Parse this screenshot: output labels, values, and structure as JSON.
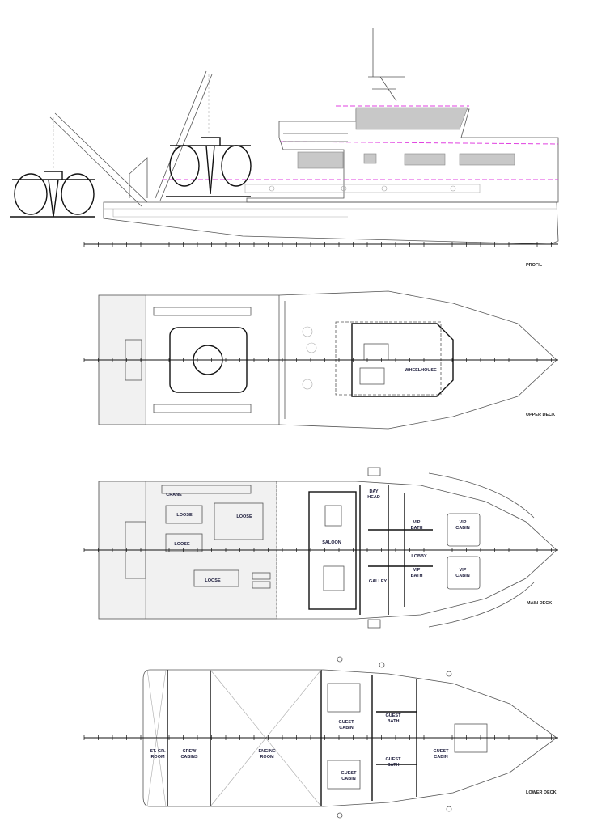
{
  "views": {
    "profile": {
      "title": "PROFIL"
    },
    "upper_deck": {
      "title": "UPPER DECK",
      "rooms": {
        "wheelhouse": "WHEELHOUSE"
      }
    },
    "main_deck": {
      "title": "MAIN DECK",
      "rooms": {
        "crane": "CRANE",
        "loose_1": "LOOSE",
        "loose_2": "LOOSE",
        "loose_3": "LOOSE",
        "loose_4": "LOOSE",
        "saloon": "SALOON",
        "day_head": [
          "DAY",
          "HEAD"
        ],
        "vip_bath_port": [
          "VIP",
          "BATH"
        ],
        "vip_bath_stbd": [
          "VIP",
          "BATH"
        ],
        "vip_cabin_port": [
          "VIP",
          "CABIN"
        ],
        "vip_cabin_stbd": [
          "VIP",
          "CABIN"
        ],
        "lobby": "LOBBY",
        "galley": "GALLEY"
      }
    },
    "lower_deck": {
      "title": "LOWER DECK",
      "rooms": {
        "st_gr_room": [
          "ST. GR.",
          "ROOM"
        ],
        "crew_cabins": [
          "CREW",
          "CABINS"
        ],
        "engine_room": [
          "ENGINE",
          "ROOM"
        ],
        "guest_cabin_1": [
          "GUEST",
          "CABIN"
        ],
        "guest_cabin_2": [
          "GUEST",
          "CABIN"
        ],
        "guest_cabin_3": [
          "GUEST",
          "CABIN"
        ],
        "guest_bath_1": [
          "GUEST",
          "BATH"
        ],
        "guest_bath_2": [
          "GUEST",
          "BATH"
        ]
      }
    }
  },
  "colors": {
    "line": "#555555",
    "accent_deckline": "#e040e0",
    "glazing": "#c8c8c8"
  }
}
